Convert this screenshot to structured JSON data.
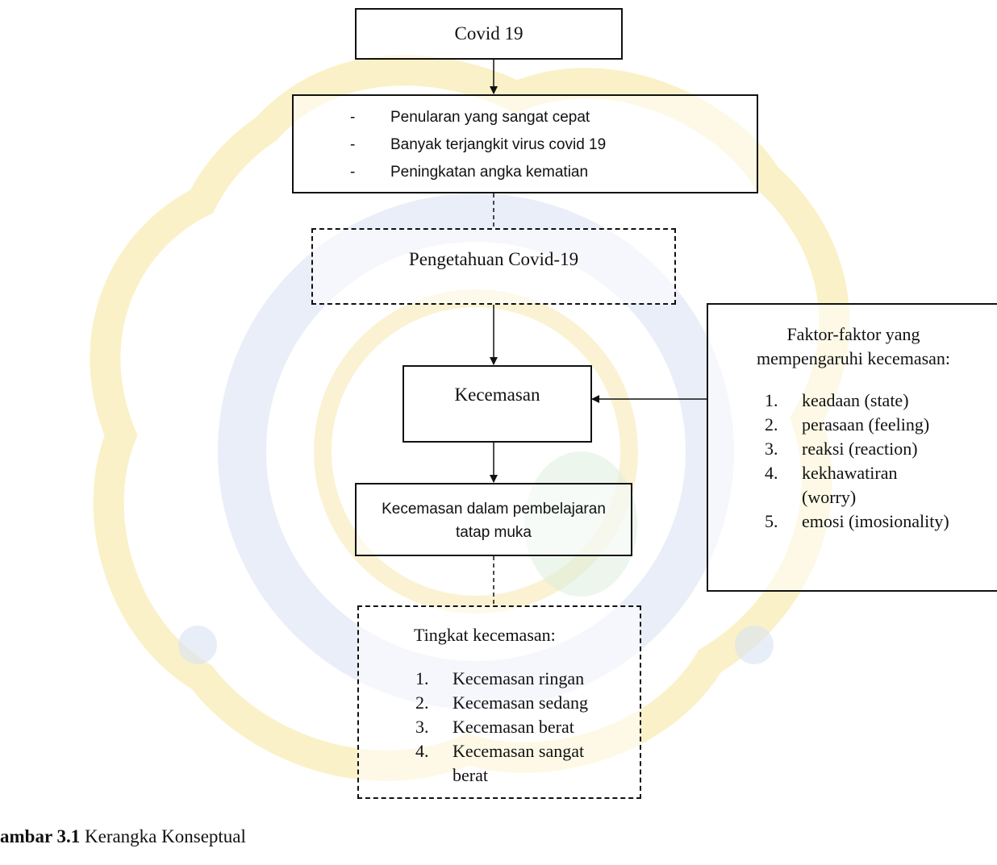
{
  "boxes": {
    "covid": "Covid 19",
    "causes": [
      "Penularan yang sangat cepat",
      "Banyak terjangkit virus covid 19",
      "Peningkatan angka kematian"
    ],
    "knowledge": "Pengetahuan Covid-19",
    "anxiety": "Kecemasan",
    "learning": [
      "Kecemasan dalam pembelajaran",
      "tatap muka"
    ],
    "factors": {
      "heading": [
        "Faktor-faktor yang",
        "mempengaruhi kecemasan:"
      ],
      "items": [
        "keadaan  (state)",
        "perasaan (feeling)",
        "reaksi (reaction)",
        "kekhawatiran",
        "(worry)",
        "emosi (imosionality)"
      ]
    },
    "levels": {
      "heading": "Tingkat kecemasan:",
      "items": [
        "Kecemasan ringan",
        "Kecemasan sedang",
        "Kecemasan berat",
        "Kecemasan sangat",
        "berat"
      ]
    }
  },
  "markers": {
    "dash": "-",
    "numbers": [
      "1.",
      "2.",
      "3.",
      "4.",
      "5."
    ]
  },
  "caption": {
    "bold": "ambar 3.1",
    "text": " Kerangka Konseptual"
  }
}
